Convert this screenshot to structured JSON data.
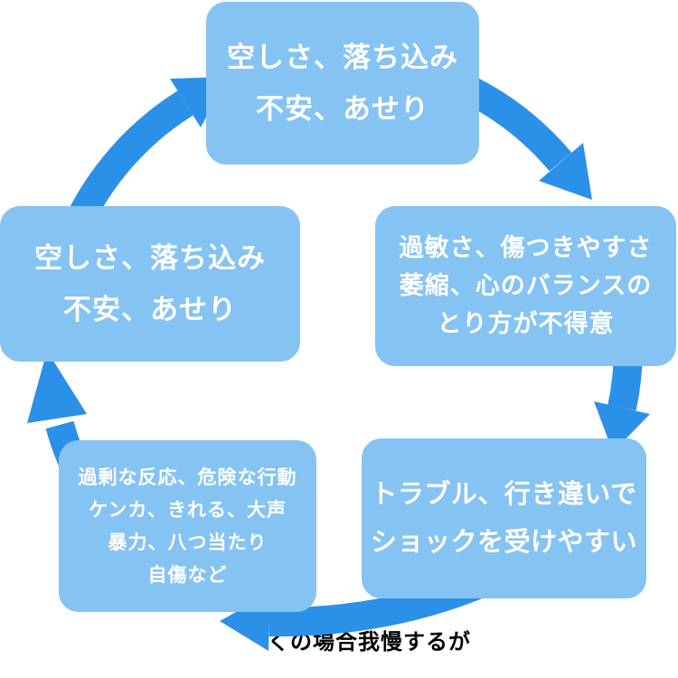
{
  "colors": {
    "box_fill": "#85c3f2",
    "arrow_fill": "#2b90e8",
    "box_text": "#ffffff",
    "caption_text": "#000000"
  },
  "diagram": {
    "type": "cycle",
    "boxes": {
      "top": {
        "lines": [
          "空しさ、落ち込み",
          "不安、あせり"
        ]
      },
      "right": {
        "lines": [
          "過敏さ、傷つきやすさ",
          "萎縮、心のバランスの",
          "とり方が不得意"
        ]
      },
      "bottom_right": {
        "lines": [
          "トラブル、行き違いで",
          "ショックを受けやすい"
        ]
      },
      "bottom_left": {
        "lines": [
          "過剰な反応、危険な行動",
          "ケンカ、きれる、大声",
          "暴力、八つ当たり",
          "自傷など"
        ]
      },
      "left": {
        "lines": [
          "空しさ、落ち込み",
          "不安、あせり"
        ]
      }
    },
    "caption": "くの場合我慢するが",
    "arrows": [
      "top-to-right",
      "right-to-bottom-right",
      "bottom-right-to-bottom-left",
      "bottom-left-to-left",
      "left-to-top"
    ]
  }
}
